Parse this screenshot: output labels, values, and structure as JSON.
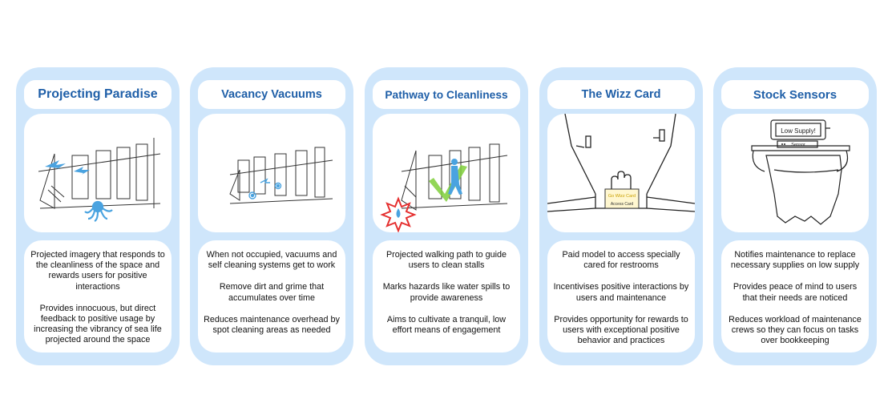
{
  "cards": [
    {
      "title": "Projecting Paradise",
      "paragraphs": [
        "Projected imagery that responds to the cleanliness of the space and rewards users for positive interactions",
        "Provides innocuous, but direct feedback to positive usage by increasing the vibrancy of sea life projected around the space"
      ]
    },
    {
      "title": "Vacancy Vacuums",
      "paragraphs": [
        "When not occupied, vacuums and self cleaning systems get to work",
        "Remove dirt and grime that accumulates over time",
        "Reduces maintenance overhead by spot cleaning areas as needed"
      ]
    },
    {
      "title": "Pathway to Cleanliness",
      "paragraphs": [
        "Projected walking path to guide users to clean stalls",
        "Marks hazards like water spills to provide awareness",
        "Aims to cultivate a tranquil, low effort means of engagement"
      ]
    },
    {
      "title": "The Wizz Card",
      "card_text_top": "Go Wizz Card",
      "card_text_bottom": "Access Card",
      "paragraphs": [
        "Paid model to access specially cared for restrooms",
        "Incentivises positive interactions by users and maintenance",
        "Provides opportunity for rewards to users with exceptional positive behavior and practices"
      ]
    },
    {
      "title": "Stock Sensors",
      "screen_text": "Low Supply!",
      "sensor_text": "Sensor",
      "paragraphs": [
        "Notifies maintenance to replace necessary supplies on low supply",
        "Provides peace of mind to users that their needs are noticed",
        "Reduces workload of maintenance crews so they can focus on tasks over bookkeeping"
      ]
    }
  ],
  "colors": {
    "card_bg": "#cfe6fb",
    "title_text": "#1f5fa8",
    "accent_blue": "#4aa3e0",
    "accent_green": "#7fcf3a",
    "accent_red": "#e53030"
  }
}
